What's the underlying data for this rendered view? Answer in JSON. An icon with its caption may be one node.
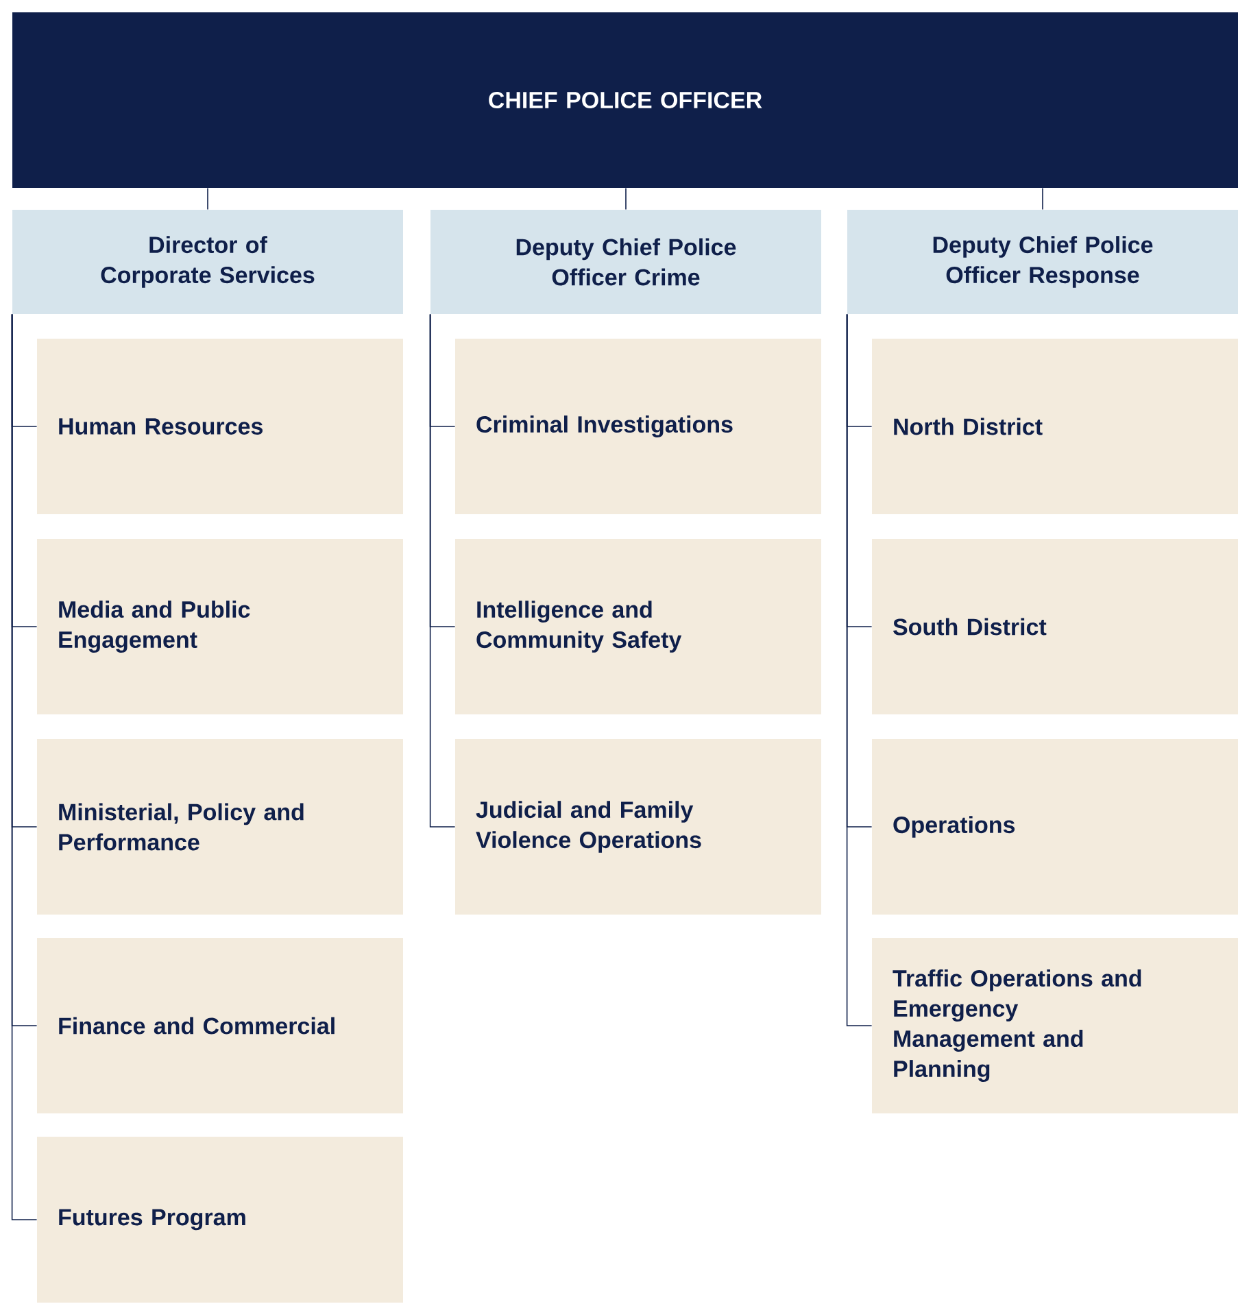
{
  "diagram": {
    "nodes": [
      {
        "text": [
          "CHIEF POLICE OFFICER"
        ]
      },
      {
        "text": [
          "Director of Corporate Services"
        ]
      },
      {
        "text": [
          "Human Resources"
        ]
      },
      {
        "text": [
          "Media and Public Engagement"
        ]
      },
      {
        "text": [
          "Ministerial, Policy and Performance"
        ]
      },
      {
        "text": [
          "Finance and Commercial"
        ]
      },
      {
        "text": [
          "Futures Program"
        ]
      },
      {
        "text": [
          "Deputy Chief Police Officer Crime"
        ]
      },
      {
        "text": [
          "Criminal Investigations"
        ]
      },
      {
        "text": [
          "Intelligence and Community Safety"
        ]
      },
      {
        "text": [
          "Judicial and Family Violence Operations"
        ]
      },
      {
        "text": [
          "Deputy Chief Police Officer Response"
        ]
      },
      {
        "text": [
          "North District"
        ]
      },
      {
        "text": [
          "South District"
        ]
      },
      {
        "text": [
          "Operations"
        ]
      },
      {
        "text": [
          "Traffic Operations and Emergency Management and Planning"
        ]
      }
    ],
    "edges": [
      {
        "from": 0,
        "to": 1,
        "arrow": "none"
      },
      {
        "from": 0,
        "to": 7,
        "arrow": "none"
      },
      {
        "from": 0,
        "to": 11,
        "arrow": "none"
      },
      {
        "from": 1,
        "to": 2,
        "arrow": "none"
      },
      {
        "from": 1,
        "to": 3,
        "arrow": "none"
      },
      {
        "from": 1,
        "to": 4,
        "arrow": "none"
      },
      {
        "from": 1,
        "to": 5,
        "arrow": "none"
      },
      {
        "from": 1,
        "to": 6,
        "arrow": "none"
      },
      {
        "from": 7,
        "to": 8,
        "arrow": "none"
      },
      {
        "from": 7,
        "to": 9,
        "arrow": "none"
      },
      {
        "from": 7,
        "to": 10,
        "arrow": "none"
      },
      {
        "from": 11,
        "to": 12,
        "arrow": "none"
      },
      {
        "from": 11,
        "to": 13,
        "arrow": "none"
      },
      {
        "from": 11,
        "to": 14,
        "arrow": "none"
      },
      {
        "from": 11,
        "to": 15,
        "arrow": "none"
      }
    ]
  }
}
